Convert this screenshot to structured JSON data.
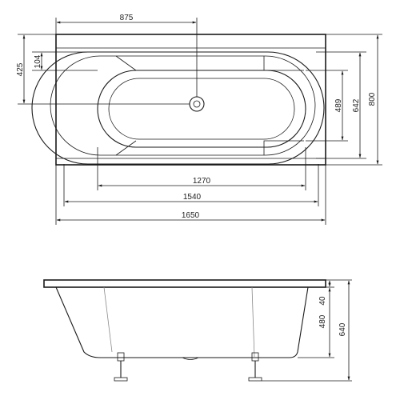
{
  "top_view": {
    "dim_width_top": "875",
    "dim_left_outer": "425",
    "dim_left_inner": "104",
    "dim_right_inner": "489",
    "dim_right_mid": "642",
    "dim_right_outer": "800",
    "dim_inner_length": "1270",
    "dim_mid_length": "1540",
    "dim_total_length": "1650"
  },
  "side_view": {
    "dim_rim": "40",
    "dim_depth": "480",
    "dim_height": "640"
  },
  "icons": {
    "arrow": "arrow-icon",
    "drain": "drain-icon"
  },
  "colors": {
    "line": "#1a1a1a",
    "faint": "#8a8a8a"
  }
}
